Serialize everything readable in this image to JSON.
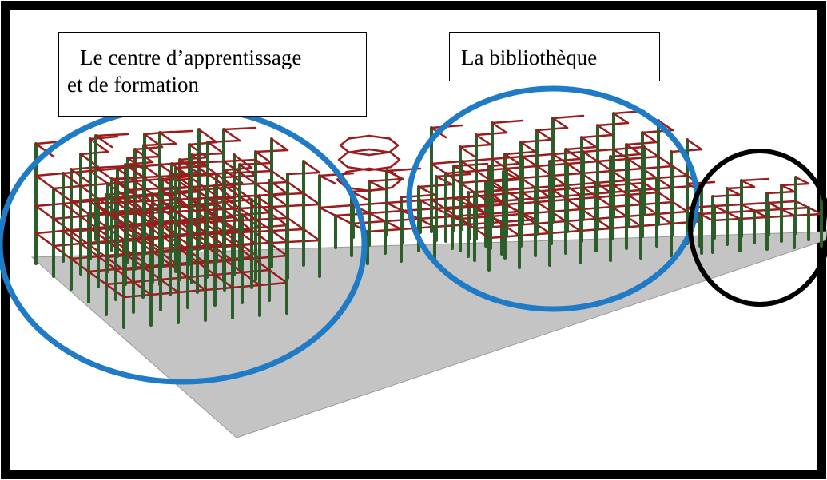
{
  "callouts": {
    "learning_center": [
      "Le centre d’apprentissage",
      "et de formation"
    ],
    "library": "La bibliothèque"
  },
  "colors": {
    "beam": "#9b1c1c",
    "column": "#2c5e2a",
    "ground": "#c4c4c4",
    "ground_edge": "#9a9a9a",
    "highlight_blue": "#1f7bc6",
    "highlight_black": "#000000",
    "frame": "#000000"
  },
  "highlights": [
    {
      "zone": "learning-center",
      "color": "blue"
    },
    {
      "zone": "library",
      "color": "blue"
    },
    {
      "zone": "annex",
      "color": "black"
    }
  ]
}
